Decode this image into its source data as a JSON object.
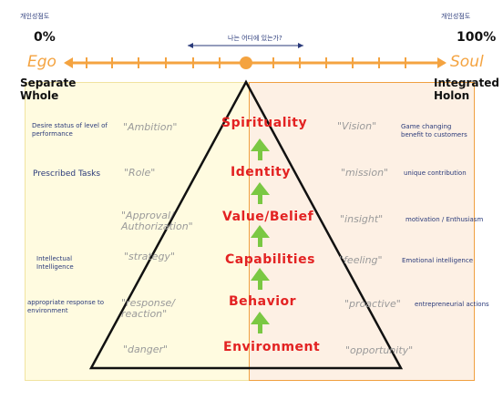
{
  "scale_left": {
    "korean": "개인성점도",
    "value": "0%"
  },
  "scale_right": {
    "korean": "개인성점도",
    "value": "100%"
  },
  "axis": {
    "question": "나는 어디에 있는가?",
    "left_label": "Ego",
    "right_label": "Soul",
    "left_heading": "Separate Whole",
    "right_heading": "Integrated Holon"
  },
  "levels": [
    {
      "center": "Spirituality",
      "left_quote": "\"Ambition\"",
      "right_quote": "\"Vision\"",
      "left_note": "Desire status of level of performance",
      "right_note": "Game changing benefit to customers"
    },
    {
      "center": "Identity",
      "left_quote": "\"Role\"",
      "right_quote": "\"mission\"",
      "left_note": "Prescribed Tasks",
      "right_note": "unique contribution"
    },
    {
      "center": "Value/Belief",
      "left_quote": "\"Approval/ Authorization\"",
      "right_quote": "\"insight\"",
      "left_note": "",
      "right_note": "motivation / Enthusiasm"
    },
    {
      "center": "Capabilities",
      "left_quote": "\"strategy\"",
      "right_quote": "\"feeling\"",
      "left_note": "Intellectual Intelligence",
      "right_note": "Emotional intelligence"
    },
    {
      "center": "Behavior",
      "left_quote": "\"response/ reaction\"",
      "right_quote": "\"proactive\"",
      "left_note": "appropriate response to environment",
      "right_note": "entrepreneurial actions"
    },
    {
      "center": "Environment",
      "left_quote": "\"danger\"",
      "right_quote": "\"opportunity\"",
      "left_note": "",
      "right_note": ""
    }
  ],
  "colors": {
    "axis_orange": "#f4a340",
    "left_panel": "#fffbe0",
    "right_panel": "#fdf0e4",
    "level_red": "#e32222",
    "arrow_green": "#7ac843"
  }
}
